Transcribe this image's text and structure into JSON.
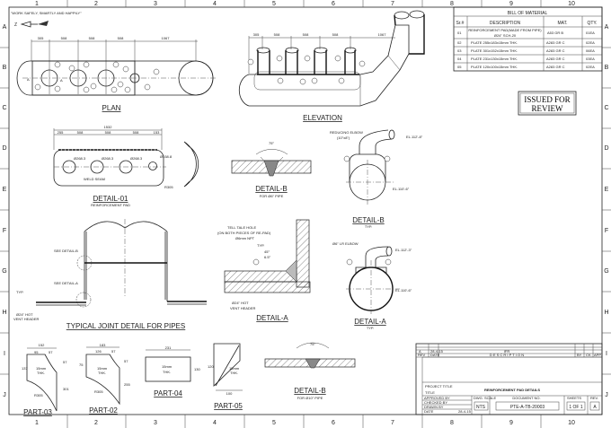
{
  "motto": "\"WORK SAFELY, SMARTLY AND HAPPILY\"",
  "grid": {
    "columns": [
      "1",
      "2",
      "3",
      "4",
      "5",
      "6",
      "7",
      "8",
      "9",
      "10"
    ],
    "rows": [
      "A",
      "B",
      "C",
      "D",
      "E",
      "F",
      "G",
      "H",
      "I",
      "J"
    ]
  },
  "bill_of_material": {
    "title": "BILL OF MATERIAL",
    "headers": [
      "Sr.#",
      "DESCRIPTION",
      "MAT.",
      "QTY."
    ],
    "rows": [
      {
        "sr": "01",
        "desc": "REINFORCEMENT PAD(MADE FROM PIPE)",
        "desc2": "Ø24\" SCH-20",
        "mat": "A53 GR B",
        "qty": "01EA"
      },
      {
        "sr": "02",
        "desc": "PLATE 255x183x15mm THK.",
        "mat": "A283 GR C",
        "qty": "02EA"
      },
      {
        "sr": "03",
        "desc": "PLATE 301x152x15mm THK.",
        "mat": "A283 GR C",
        "qty": "06EA"
      },
      {
        "sr": "04",
        "desc": "PLATE 231x130x15mm THK.",
        "mat": "A283 GR C",
        "qty": "03EA"
      },
      {
        "sr": "05",
        "desc": "PLATE 120x100x15mm THK.",
        "mat": "A283 GR C",
        "qty": "02EA"
      }
    ]
  },
  "stamp": {
    "line1": "ISSUED FOR",
    "line2": "REVIEW"
  },
  "views": {
    "plan": {
      "title": "PLAN",
      "dims": [
        "305",
        "508",
        "508",
        "508",
        "1067"
      ],
      "section": "A"
    },
    "elevation": {
      "title": "ELEVATION",
      "dims": [
        "305",
        "508",
        "508",
        "508",
        "1067"
      ]
    },
    "detail01": {
      "title": "DETAIL-01",
      "subtitle": "REINFORCEMENT PAD",
      "overall": "1532",
      "dims": [
        "255",
        "508",
        "508",
        "508",
        "153"
      ],
      "holes": [
        "Ø268.3",
        "Ø268.3",
        "Ø268.3",
        "Ø158.8"
      ],
      "weld": "WELD SEAM",
      "radius": "R305"
    },
    "detailB_weld1": {
      "title": "DETAIL-B",
      "subtitle": "FOR Ø6\" PIPE",
      "angle": "75°"
    },
    "detailB_pipe": {
      "title": "DETAIL-B",
      "subtitle": "TYP.",
      "elbow": "REDUCING ELBOW",
      "elbow_size": "(10\"x8\")",
      "el_top": "EL.112'-8\"",
      "el_bottom": "EL.110'-6\""
    },
    "typical_joint": {
      "title": "TYPICAL JOINT DETAIL FOR PIPES",
      "see_b": "SEE DETAIL-B",
      "see_a": "SEE DETAIL-A",
      "typ": "TYP.",
      "vent": "Ø24\" HOT",
      "vent2": "VENT HEADER"
    },
    "detailA_weld": {
      "title": "DETAIL-A",
      "tell1": "TELL TALE HOLE",
      "tell2": "(ON BOTH PIECES OF RE-PAD)",
      "tell3": "Ø6mm NPT",
      "typ": "TYP.",
      "angle1": "45°",
      "angle2": "6.5°",
      "vent": "Ø24\" HOT",
      "vent2": "VENT HEADER"
    },
    "detailA_pipe": {
      "title": "DETAIL-A",
      "subtitle": "TYP.",
      "elbow": "Ø6\" LR ELBOW",
      "el_top": "EL.112'-3\"",
      "el_bottom": "EL.110'-6\""
    },
    "part03": {
      "title": "PART-03",
      "w": "152",
      "a": "95",
      "b": "57",
      "h": "301",
      "h2": "137",
      "h3": "57",
      "thk1": "15mm",
      "thk2": "THK.",
      "r": "R305"
    },
    "part02": {
      "title": "PART-02",
      "w": "183",
      "a": "126",
      "b": "57",
      "h": "255",
      "h2": "75",
      "h3": "57",
      "thk1": "15mm",
      "thk2": "THK.",
      "r": "R305"
    },
    "part04": {
      "title": "PART-04",
      "w": "231",
      "h": "130",
      "thk1": "15mm",
      "thk2": "THK."
    },
    "part05": {
      "title": "PART-05",
      "w": "100",
      "h": "120",
      "thk1": "15mm",
      "thk2": "THK."
    },
    "detailB_weld2": {
      "title": "DETAIL-B",
      "subtitle": "FOR Ø10\" PIPE",
      "angle": "75°"
    }
  },
  "title_block": {
    "rev_row": {
      "rev": "A",
      "date": "28-4-15",
      "desc": "IFR",
      "by": "",
      "ck": "",
      "app": ""
    },
    "headers": {
      "rev": "REV",
      "date": "DATE",
      "description": "D E S C R I P T I O N",
      "by": "BY",
      "ck": "CK.",
      "app": "APP."
    },
    "project_title_label": "PROJECT TITLE",
    "drawing_title": "REINFORCEMENT PAD DETAILS",
    "title_label": "TITLE",
    "approved_by": "APPROVED BY",
    "checked_by": "CHECKED BY",
    "drawn_by": "DRAWN BY",
    "date_label": "DATE",
    "date": "28-4-15",
    "scale_label": "DWG. SCALE",
    "scale": "NTS",
    "doc_label": "DOCUMENT NO.",
    "doc_no": "PTE-A-TB-20003",
    "sheets_label": "SHEETS",
    "sheets": "1 OF 1",
    "rev_label": "REV.",
    "rev": "A"
  }
}
